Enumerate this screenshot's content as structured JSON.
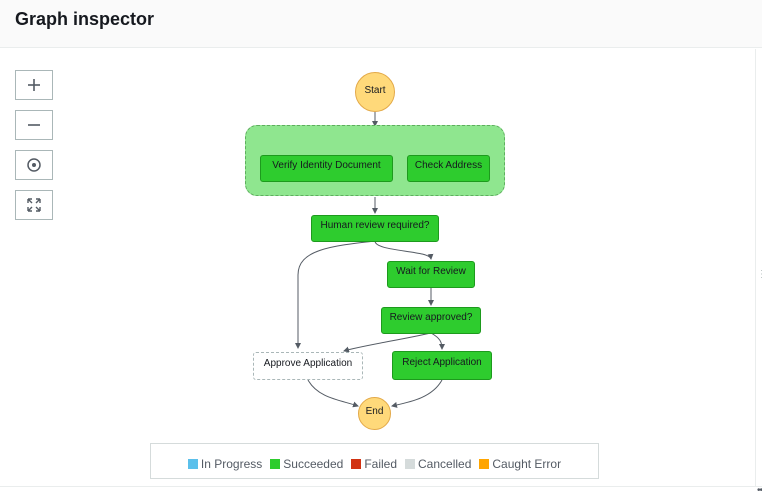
{
  "header": {
    "title": "Graph inspector"
  },
  "controls": {
    "zoom_in": "+",
    "zoom_out": "—",
    "center": "⊙",
    "fit": "fit"
  },
  "graph": {
    "start": "Start",
    "end": "End",
    "verify_identity": "Verify Identity Document",
    "check_address": "Check Address",
    "human_review": "Human review required?",
    "wait_review": "Wait for Review",
    "review_approved": "Review approved?",
    "approve": "Approve Application",
    "reject": "Reject Application"
  },
  "legend": {
    "items": [
      {
        "label": "In Progress",
        "color": "#5bc0eb"
      },
      {
        "label": "Succeeded",
        "color": "#2ecc2e"
      },
      {
        "label": "Failed",
        "color": "#d13212"
      },
      {
        "label": "Cancelled",
        "color": "#d5dbdb"
      },
      {
        "label": "Caught Error",
        "color": "#ffa500"
      }
    ]
  },
  "colors": {
    "succeeded_fill": "#2ecc2e",
    "parallel_fill": "#8fe68f",
    "terminal_fill": "#ffd97a"
  }
}
